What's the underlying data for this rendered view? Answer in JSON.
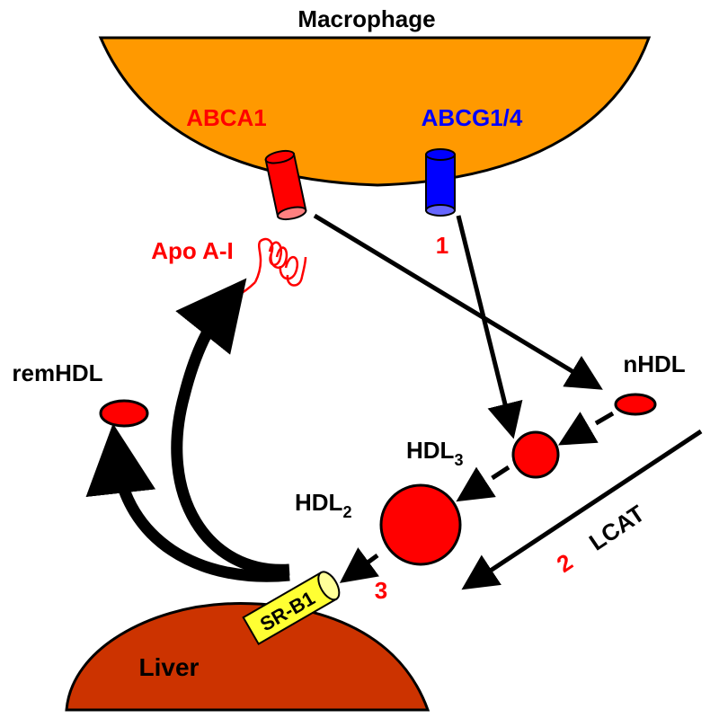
{
  "labels": {
    "macrophage": "Macrophage",
    "abca1": "ABCA1",
    "abcg": "ABCG1/4",
    "apo": "Apo A-I",
    "step1": "1",
    "remhdl": "remHDL",
    "nhdl": "nHDL",
    "hdl3_main": "HDL",
    "hdl3_sub": "3",
    "hdl2_main": "HDL",
    "hdl2_sub": "2",
    "lcat": "LCAT",
    "step2": "2",
    "step3": "3",
    "srb1": "SR-B1",
    "liver": "Liver"
  },
  "colors": {
    "macrophage": "#FF9900",
    "abca1": "#FF0000",
    "abcg": "#0000FF",
    "hdl": "#FF0000",
    "liver": "#CC3300",
    "srb1": "#FFFF33",
    "step_numbers": "#FF0000",
    "arrows": "#000000"
  }
}
